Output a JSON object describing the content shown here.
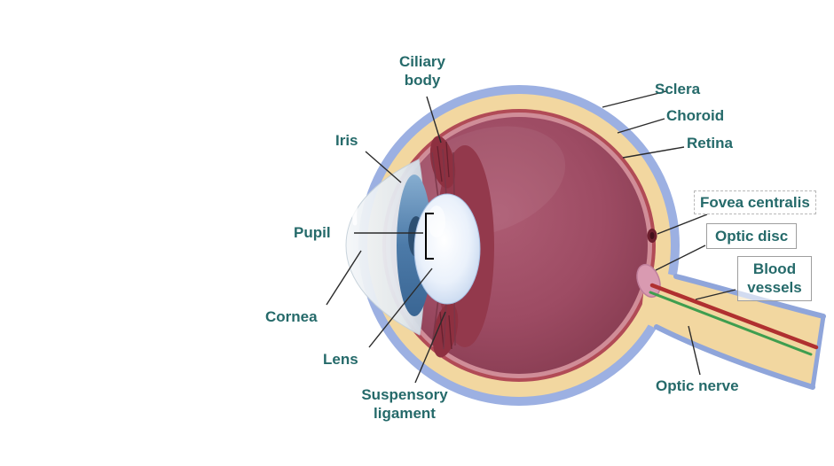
{
  "diagram": {
    "labels": {
      "ciliary_body": "Ciliary body",
      "iris": "Iris",
      "pupil": "Pupil",
      "cornea": "Cornea",
      "lens": "Lens",
      "suspensory_ligament": "Suspensory ligament",
      "sclera": "Sclera",
      "choroid": "Choroid",
      "retina": "Retina",
      "fovea_centralis": "Fovea centralis",
      "optic_disc": "Optic disc",
      "blood_vessels": "Blood vessels",
      "optic_nerve": "Optic nerve"
    },
    "colors": {
      "label_text": "#256a6a",
      "sclera_outer_ring": "#9cb0e2",
      "sclera_band": "#f2d7a0",
      "choroid_ring": "#b14b56",
      "retina_inner": "#d08d98",
      "ciliary_red": "#8e3040",
      "crescent_red": "#93394c",
      "optic_nerve_fill": "#f2d7a0",
      "optic_nerve_edge": "#8fa5da",
      "optic_disc_pink": "#d99ab1",
      "fovea_dark": "#6d1f2e",
      "vessel_red": "#b03030",
      "vessel_green": "#3f9e4f",
      "pupil_blue": "#2d4f72",
      "pointer_line": "#2b2b2b"
    }
  }
}
